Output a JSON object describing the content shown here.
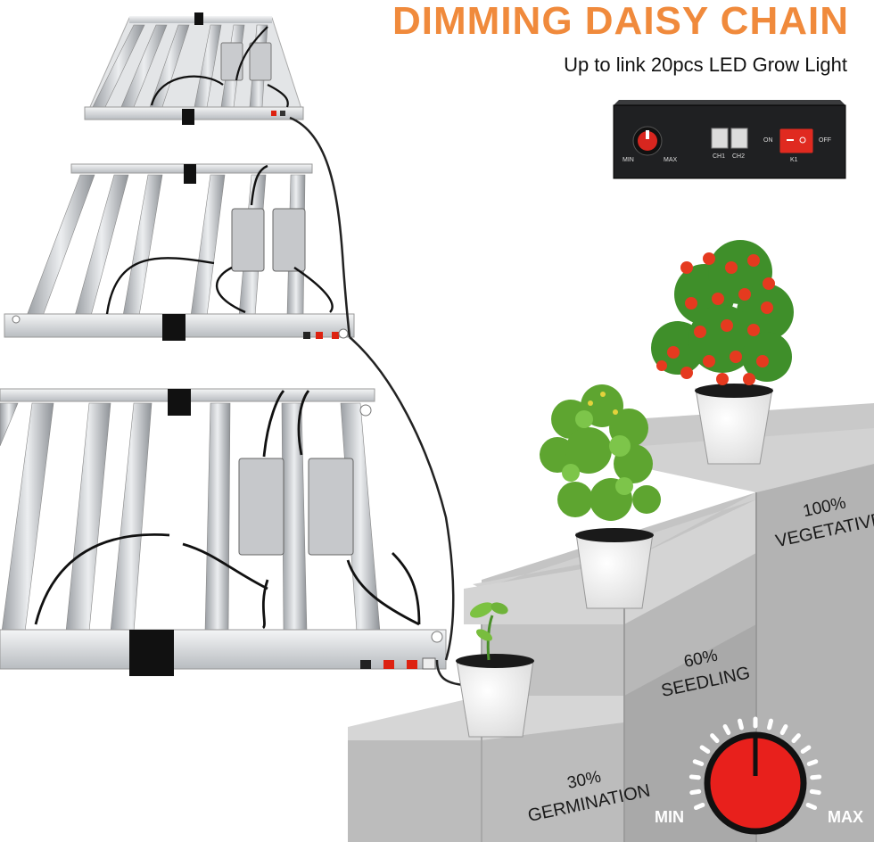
{
  "header": {
    "title": "DIMMING DAISY CHAIN",
    "subtitle": "Up to link 20pcs LED Grow Light"
  },
  "controller": {
    "min_label": "MIN",
    "max_label": "MAX",
    "ch1_label": "CH1",
    "ch2_label": "CH2",
    "on_label": "ON",
    "off_label": "OFF",
    "switch_label": "K1"
  },
  "steps": [
    {
      "percent": "30%",
      "stage": "GERMINATION",
      "level": 0.3
    },
    {
      "percent": "60%",
      "stage": "SEEDLING",
      "level": 0.6
    },
    {
      "percent": "100%",
      "stage": "VEGETATIVE",
      "level": 1.0
    }
  ],
  "dial": {
    "min_label": "MIN",
    "max_label": "MAX"
  },
  "colors": {
    "title": "#f08a3c",
    "dial_red": "#e8201c",
    "stairs": "#b9b9b9"
  }
}
